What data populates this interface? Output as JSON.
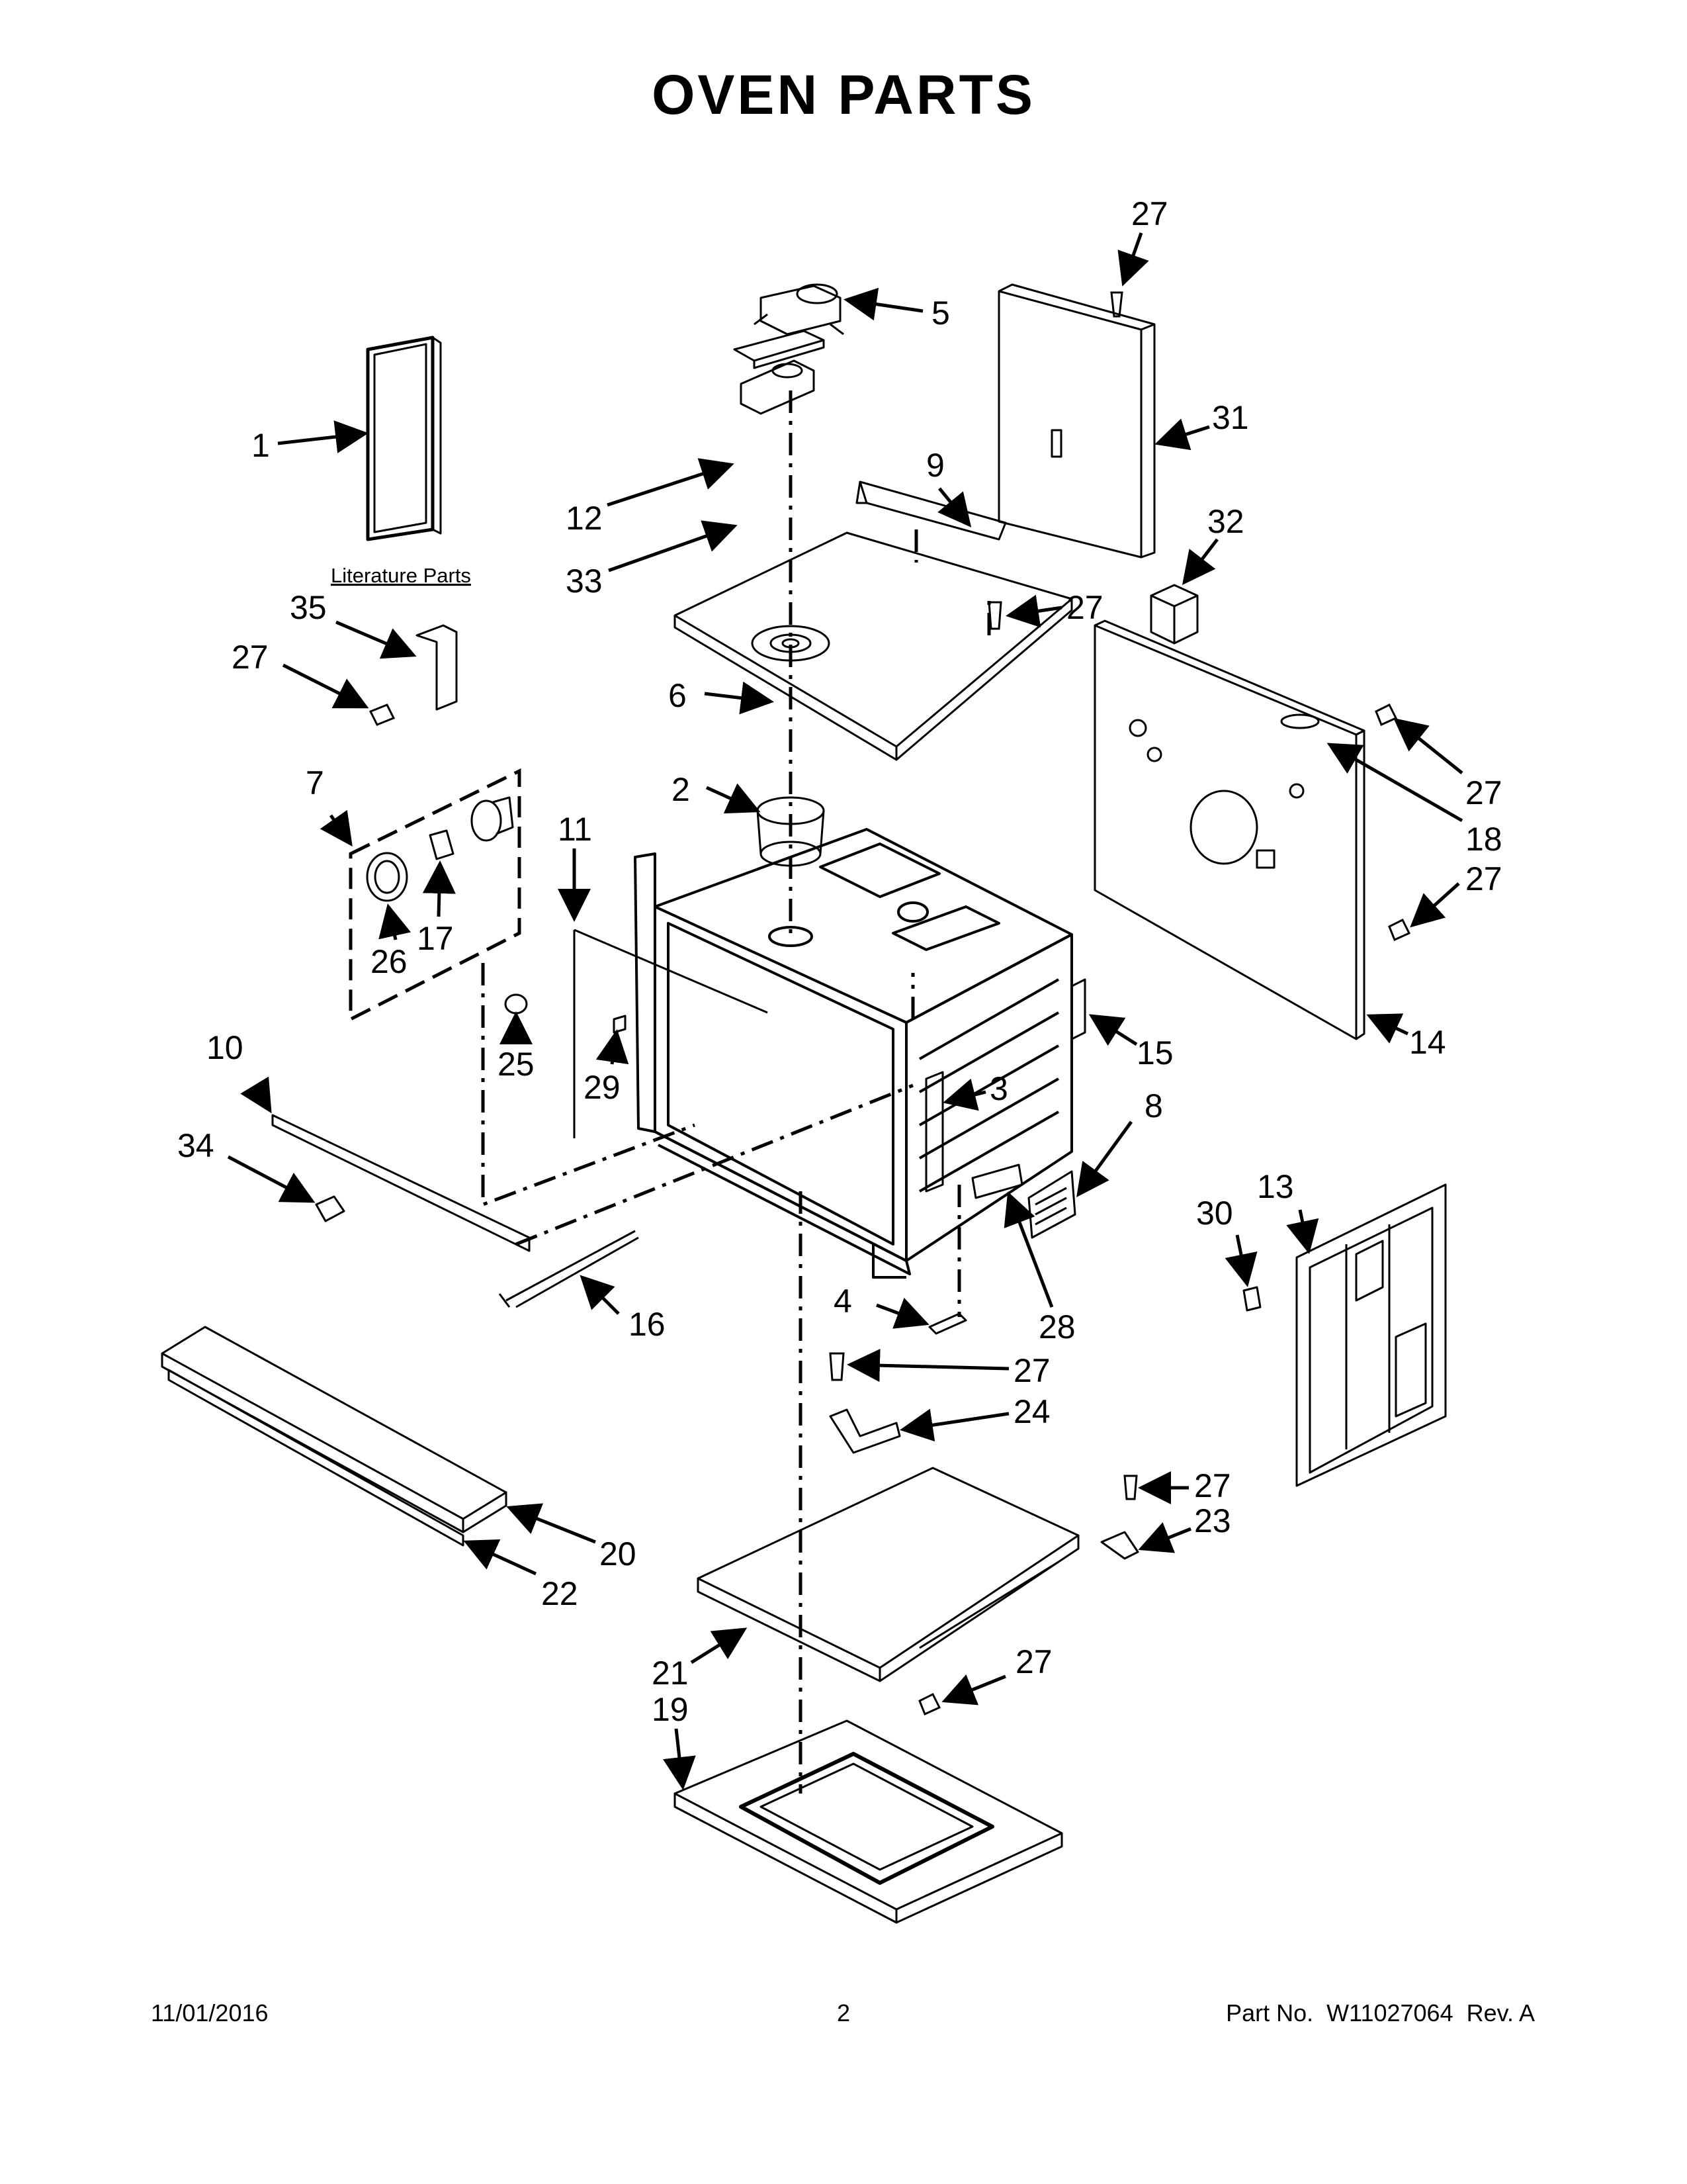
{
  "title": "OVEN PARTS",
  "literature_label": "Literature Parts",
  "callouts": {
    "c1": "1",
    "c2": "2",
    "c3": "3",
    "c4": "4",
    "c5": "5",
    "c6": "6",
    "c7": "7",
    "c8": "8",
    "c9": "9",
    "c10": "10",
    "c11": "11",
    "c12": "12",
    "c13": "13",
    "c14": "14",
    "c15": "15",
    "c16": "16",
    "c17": "17",
    "c18": "18",
    "c19": "19",
    "c20": "20",
    "c21": "21",
    "c22": "22",
    "c23": "23",
    "c24": "24",
    "c25": "25",
    "c26": "26",
    "c27": "27",
    "c28": "28",
    "c29": "29",
    "c30": "30",
    "c31": "31",
    "c32": "32",
    "c33": "33",
    "c34": "34",
    "c35": "35"
  },
  "footer": {
    "date": "11/01/2016",
    "page": "2",
    "part_label": "Part No.",
    "part_number": "W11027064",
    "rev": "Rev. A"
  }
}
